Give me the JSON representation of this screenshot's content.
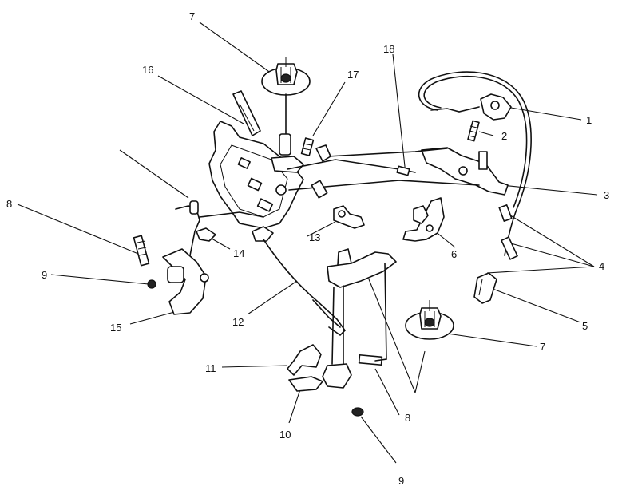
{
  "callouts": {
    "c1": "1",
    "c2": "2",
    "c3": "3",
    "c4": "4",
    "c5": "5",
    "c6": "6",
    "c7a": "7",
    "c7b": "7",
    "c8a": "8",
    "c8b": "8",
    "c9a": "9",
    "c9b": "9",
    "c10": "10",
    "c11": "11",
    "c12": "12",
    "c13": "13",
    "c14": "14",
    "c15": "15",
    "c16": "16",
    "c17": "17",
    "c18": "18"
  }
}
